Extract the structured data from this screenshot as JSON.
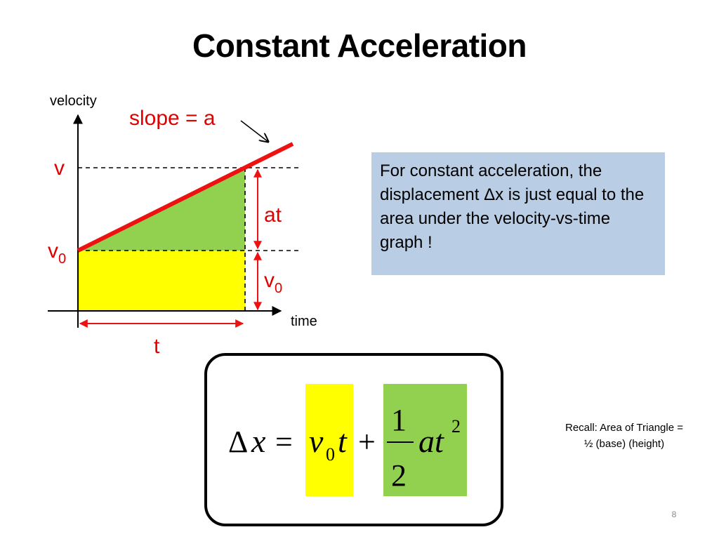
{
  "slide": {
    "title": "Constant Acceleration",
    "page_number": "8"
  },
  "graph": {
    "y_axis_label": "velocity",
    "x_axis_label": "time",
    "slope_label": "slope = a",
    "v_label": "v",
    "v0_label_base": "v",
    "v0_label_sub": "0",
    "at_label": "at",
    "v0_right_base": "v",
    "v0_right_sub": "0",
    "t_label": "t",
    "colors": {
      "line": "#ee1111",
      "triangle": "#92d050",
      "rectangle": "#ffff00",
      "arrows": "#ee1111"
    }
  },
  "info": {
    "text": "For constant acceleration, the displacement Δx is just equal to the area under the velocity-vs-time graph !"
  },
  "formula": {
    "delta": "Δ",
    "x": "x",
    "equals": "=",
    "v": "v",
    "sub0": "0",
    "t": "t",
    "plus": "+",
    "numerator": "1",
    "denominator": "2",
    "at": "at",
    "exp": "2",
    "colors": {
      "term1_bg": "#ffff00",
      "term2_bg": "#92d050"
    }
  },
  "recall": {
    "line1": "Recall: Area of Triangle =",
    "line2": "½  (base) (height)"
  }
}
